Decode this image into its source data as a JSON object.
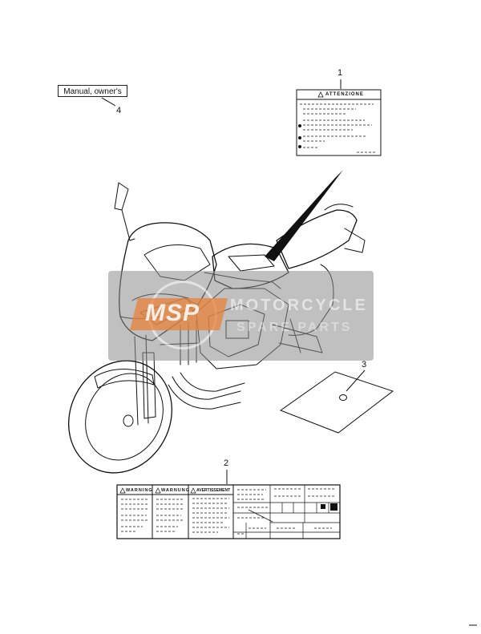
{
  "diagram": {
    "items": [
      {
        "number": "1",
        "label_header": "ATTENZIONE"
      },
      {
        "number": "2",
        "headers": [
          "WARNING",
          "WARNUNG",
          "AVERTISSEMENT"
        ]
      },
      {
        "number": "3"
      },
      {
        "number": "4",
        "name": "Manual, owner's"
      }
    ]
  },
  "watermark": {
    "logo": "MSP",
    "line1": "MOTORCYCLE",
    "line2": "SPARE PARTS",
    "colors": {
      "plate": "#9a9a9a",
      "logo": "#e8823a"
    }
  },
  "colors": {
    "line": "#111111",
    "background": "#ffffff"
  }
}
